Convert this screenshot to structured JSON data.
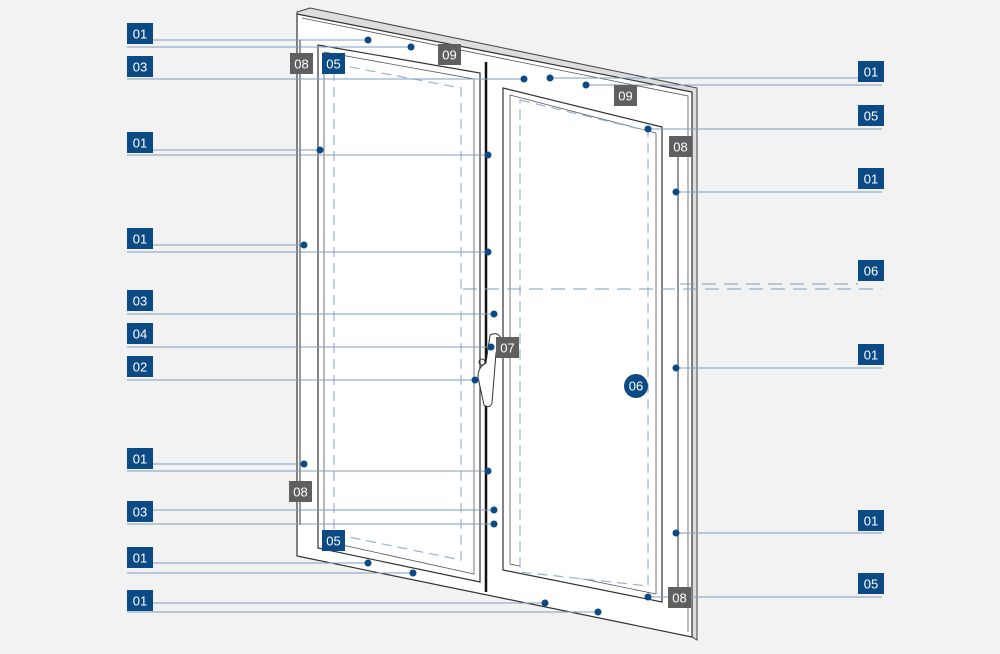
{
  "left_labels": [
    "01",
    "03",
    "01",
    "01",
    "03",
    "04",
    "02",
    "01",
    "03",
    "01",
    "01"
  ],
  "right_labels": [
    "01",
    "05",
    "01",
    "06",
    "01",
    "01",
    "05"
  ],
  "tags": {
    "t08a": "08",
    "t08b": "08",
    "t08c": "08",
    "t08d": "08",
    "t09a": "09",
    "t09b": "09",
    "t07": "07",
    "b05a": "05",
    "b05b": "05",
    "c06": "06"
  },
  "colors": {
    "blue": "#0b4a85",
    "gray": "#5f5f5f",
    "leader": "#7f9fbf",
    "background": "#f2f2f2"
  }
}
